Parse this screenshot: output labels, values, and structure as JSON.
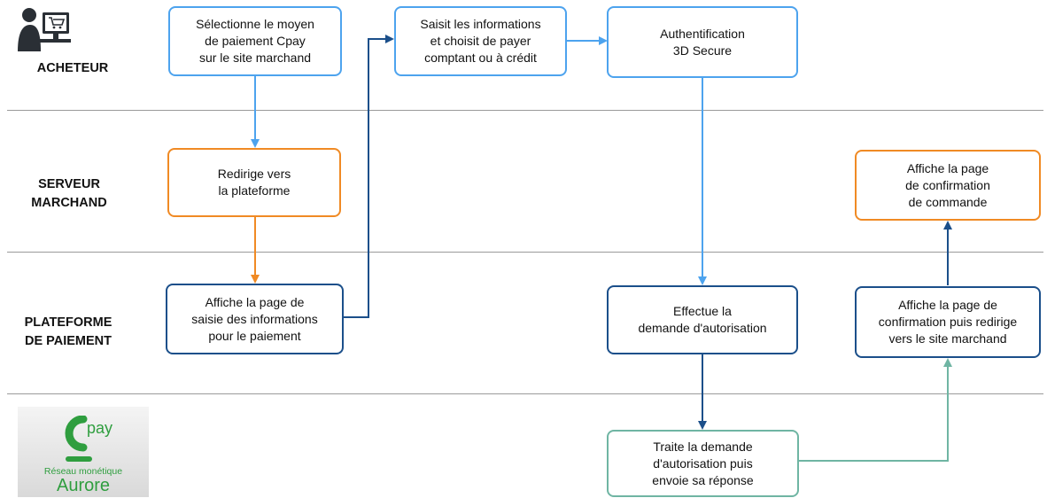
{
  "lanes": [
    {
      "id": "acheteur",
      "label": "ACHETEUR"
    },
    {
      "id": "serveur",
      "label": "SERVEUR\nMARCHAND"
    },
    {
      "id": "plateforme",
      "label": "PLATEFORME\nDE PAIEMENT"
    }
  ],
  "boxes": {
    "select_payment": "Sélectionne le moyen\nde paiement Cpay\nsur le site marchand",
    "enter_info": "Saisit les informations\net choisit de payer\ncomptant ou à crédit",
    "auth_3ds": "Authentification\n3D Secure",
    "redirect": "Redirige vers\nla plateforme",
    "show_confirmation": "Affiche la page\nde confirmation\nde commande",
    "show_entry_page": "Affiche la page de\nsaisie des informations\npour le paiement",
    "auth_request": "Effectue la\ndemande d'autorisation",
    "confirm_redirect": "Affiche la page de\nconfirmation puis redirige\nvers le site marchand",
    "process_request": "Traite la demande\nd'autorisation puis\nenvoie sa réponse"
  },
  "logo": {
    "wordmark": "pay",
    "tagline": "Réseau monétique",
    "brand": "Aurore"
  },
  "colors": {
    "buyer": "#4da3ee",
    "merchant": "#f08a24",
    "platform": "#1b4f8a",
    "bank": "#6fb5a3",
    "logo_green": "#2f9e3f"
  },
  "icons": {
    "buyer": "buyer-at-computer-icon"
  }
}
